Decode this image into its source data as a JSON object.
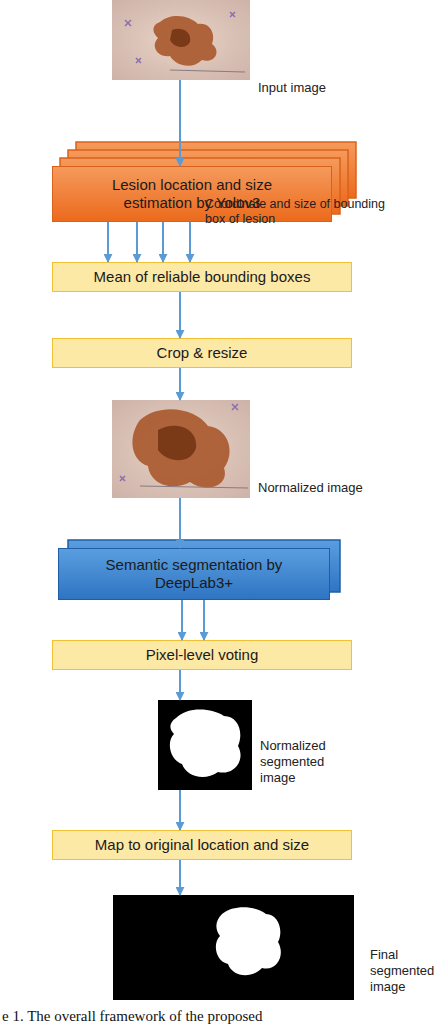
{
  "diagram": {
    "caption": "e 1. The overall framework of the proposed",
    "nodes": [
      {
        "text": [
          "Input image"
        ]
      },
      {
        "text": [
          "Lesion location and size estimation by Yolov3"
        ]
      },
      {
        "text": [
          "Mean of reliable bounding boxes"
        ]
      },
      {
        "text": [
          "Crop & resize"
        ]
      },
      {
        "text": [
          "Normalized image"
        ]
      },
      {
        "text": [
          "Semantic segmentation by DeepLab3+"
        ]
      },
      {
        "text": [
          "Pixel-level voting"
        ]
      },
      {
        "text": [
          "Normalized segmented image"
        ]
      },
      {
        "text": [
          "Map to original location and size"
        ]
      },
      {
        "text": [
          "Final segmented image"
        ]
      }
    ],
    "edges": [
      {
        "from": 0,
        "to": 1,
        "arrow": "to"
      },
      {
        "from": 1,
        "to": 2,
        "arrow": "to"
      },
      {
        "from": 1,
        "to": 2,
        "arrow": "to"
      },
      {
        "from": 1,
        "to": 2,
        "arrow": "to"
      },
      {
        "from": 1,
        "to": 2,
        "arrow": "to",
        "label": "Coordinate and size of bounding box of lesion"
      },
      {
        "from": 2,
        "to": 3,
        "arrow": "to"
      },
      {
        "from": 3,
        "to": 4,
        "arrow": "to"
      },
      {
        "from": 4,
        "to": 5,
        "arrow": "to"
      },
      {
        "from": 5,
        "to": 6,
        "arrow": "to"
      },
      {
        "from": 5,
        "to": 6,
        "arrow": "to"
      },
      {
        "from": 6,
        "to": 7,
        "arrow": "to"
      },
      {
        "from": 7,
        "to": 8,
        "arrow": "to"
      },
      {
        "from": 8,
        "to": 9,
        "arrow": "to"
      }
    ]
  }
}
